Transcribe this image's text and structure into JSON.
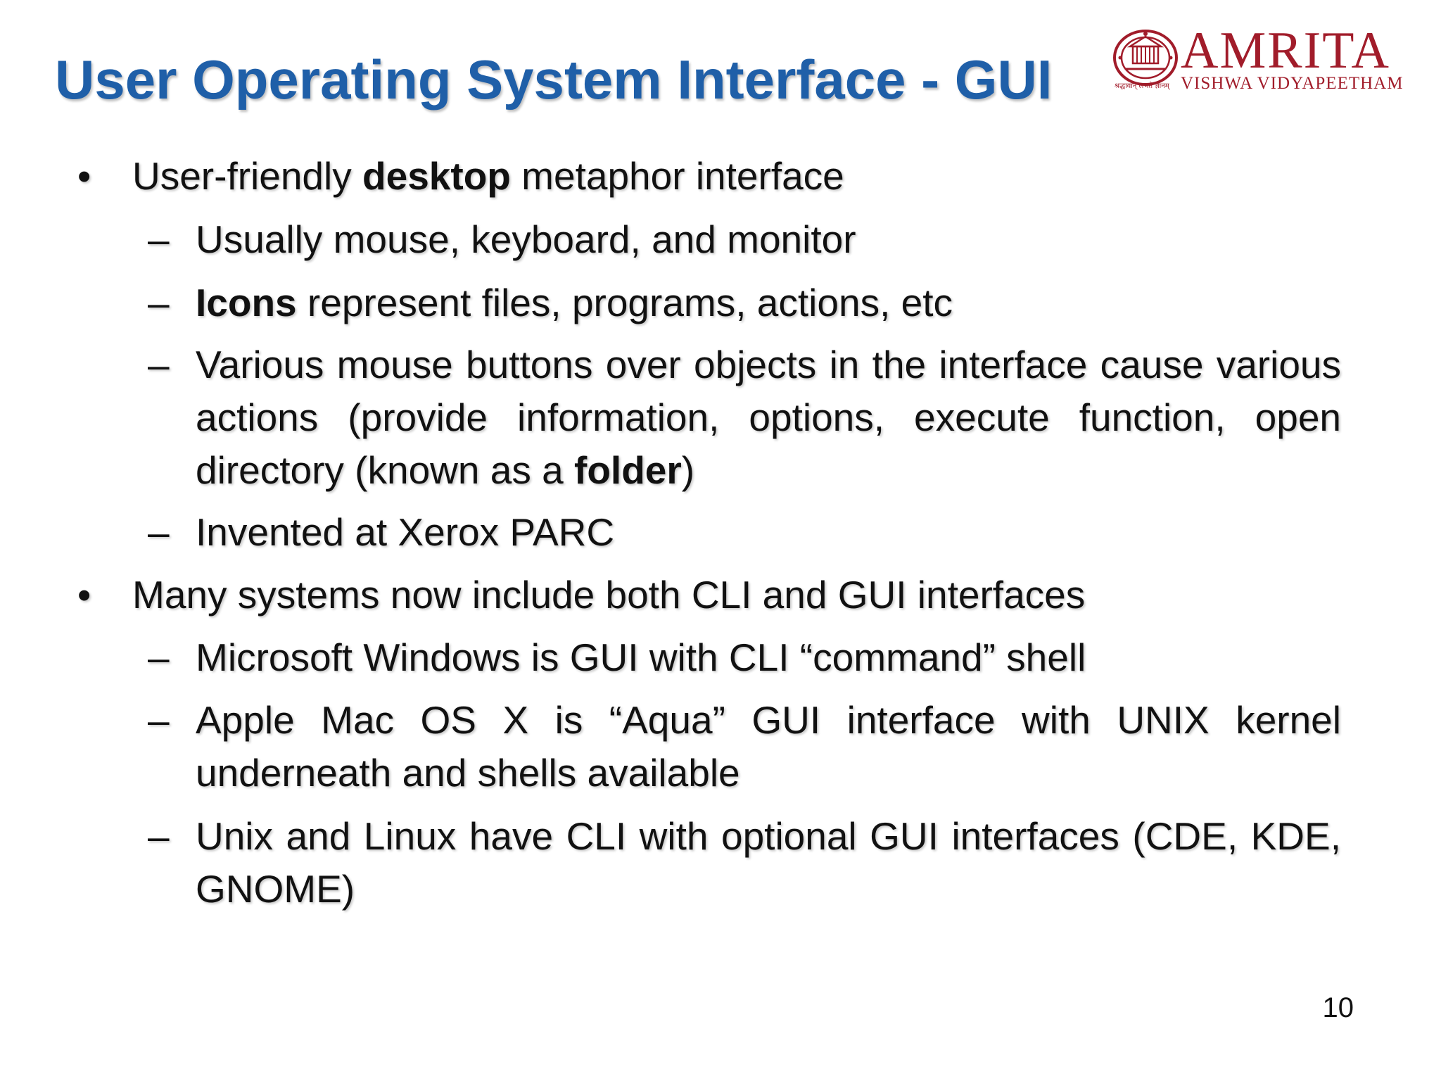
{
  "slide": {
    "title": "User Operating System Interface - GUI",
    "page_number": "10"
  },
  "logo": {
    "name": "AMRITA",
    "subtitle": "VISHWA VIDYAPEETHAM",
    "tagline": "श्रद्धावान् लभते ज्ञानम्",
    "color": "#a11c2a"
  },
  "colors": {
    "title": "#1f5fa8",
    "body_text": "#111111"
  },
  "markers": {
    "bullet": "•",
    "dash": "–"
  },
  "bullets": [
    {
      "text": "User-friendly ",
      "bold": "desktop",
      "after": " metaphor interface",
      "subitems": [
        {
          "pre": "",
          "bold": "",
          "post": "Usually mouse, keyboard, and monitor"
        },
        {
          "pre": "",
          "bold": "Icons",
          "post": " represent files, programs, actions, etc"
        },
        {
          "pre": "Various mouse buttons over objects in the interface cause various actions (provide information, options, execute function, open directory (known as a ",
          "bold": "folder",
          "post": ")"
        },
        {
          "pre": "",
          "bold": "",
          "post": "Invented at Xerox PARC"
        }
      ]
    },
    {
      "text": "Many systems now include both CLI and GUI interfaces",
      "bold": "",
      "after": "",
      "subitems": [
        {
          "pre": "",
          "bold": "",
          "post": "Microsoft Windows is GUI with CLI “command” shell"
        },
        {
          "pre": "",
          "bold": "",
          "post": "Apple Mac OS X is “Aqua” GUI interface with UNIX kernel underneath and shells available"
        },
        {
          "pre": "",
          "bold": "",
          "post": "Unix and Linux have CLI with optional GUI interfaces (CDE, KDE, GNOME)"
        }
      ]
    }
  ]
}
